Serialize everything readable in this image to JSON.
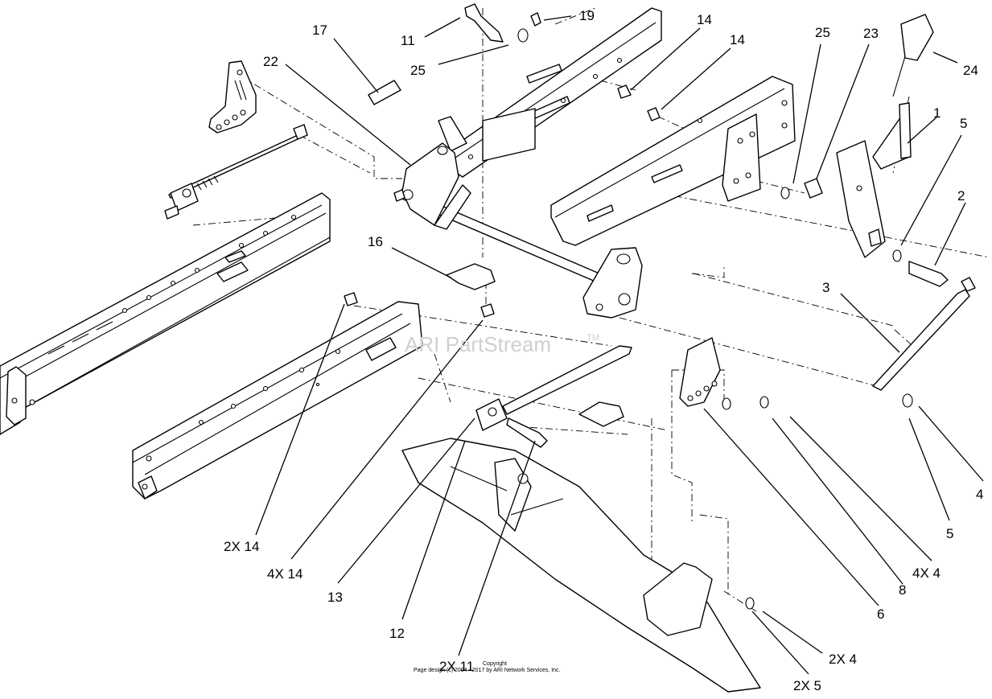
{
  "watermark": {
    "text": "ARI PartStream",
    "trademark": "TM"
  },
  "copyright": {
    "line1": "Copyright",
    "line2": "Page design (c) 2004 - 2017 by ARI Network Services, Inc."
  },
  "callouts": {
    "c17": "17",
    "c11": "11",
    "c19": "19",
    "c14_top": "14",
    "c14_right": "14",
    "c25_left": "25",
    "c25_right": "25",
    "c23": "23",
    "c24": "24",
    "c22": "22",
    "c1": "1",
    "c5_upper": "5",
    "c2": "2",
    "c16": "16",
    "c3": "3",
    "c4": "4",
    "c5_lower": "5",
    "c4x4": "4X 4",
    "c8": "8",
    "c6": "6",
    "c2x14": "2X 14",
    "c4x14": "4X 14",
    "c13": "13",
    "c12": "12",
    "c2x11": "2X 11",
    "c2x4": "2X 4",
    "c2x5": "2X 5"
  }
}
